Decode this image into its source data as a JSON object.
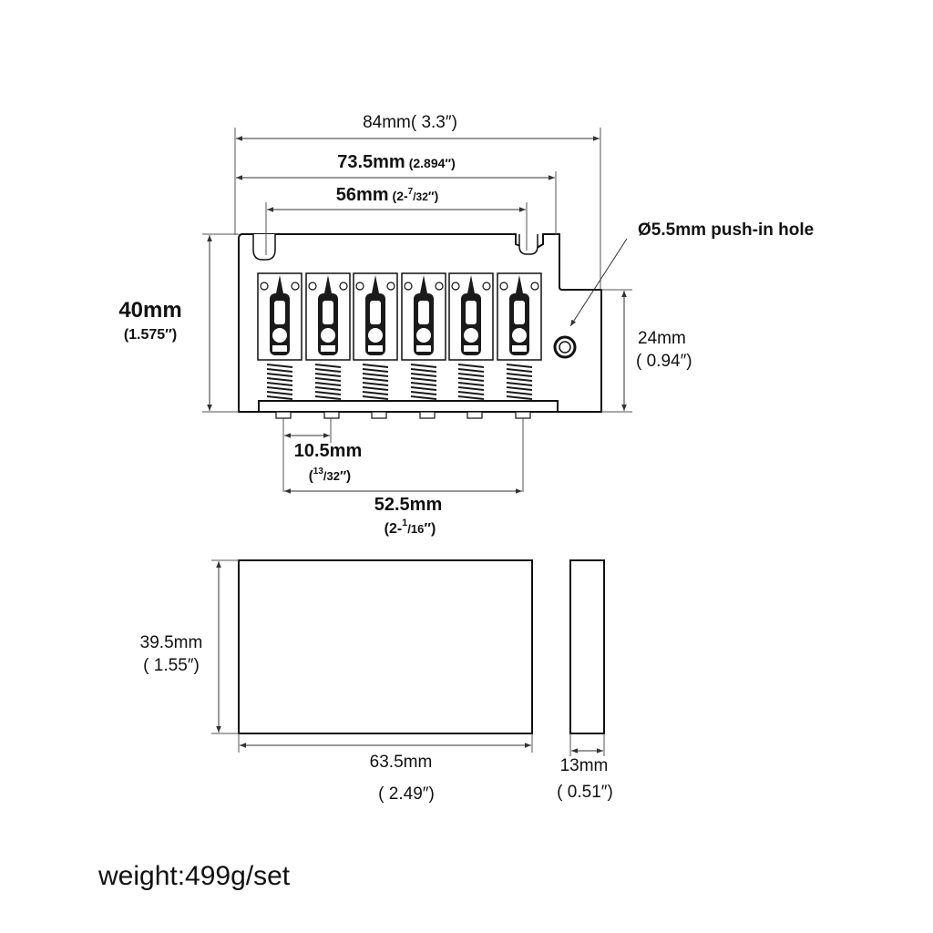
{
  "dimensions": {
    "overall_width": "84mm( 3.3″)",
    "base_width": {
      "mm": "73.5mm",
      "inch": "(2.894″)"
    },
    "screw_spacing": {
      "mm": "56mm",
      "inch_pre": "(2-",
      "inch_num": "7",
      "inch_den": "/32",
      "inch_post": "″)"
    },
    "height": {
      "mm": "40mm",
      "inch": "(1.575″)"
    },
    "push_in_hole": "Ø5.5mm push-in hole",
    "side_height": {
      "mm": "24mm",
      "inch": "( 0.94″)"
    },
    "string_spacing": {
      "mm": "10.5mm",
      "inch_pre": "(",
      "inch_num": "13",
      "inch_den": "/32",
      "inch_post": "″)"
    },
    "outer_string_span": {
      "mm": "52.5mm",
      "inch_pre": "(2-",
      "inch_num": "1",
      "inch_den": "/16",
      "inch_post": "″)"
    }
  },
  "block": {
    "height": {
      "mm": "39.5mm",
      "inch": "( 1.55″)"
    },
    "width": {
      "mm": "63.5mm",
      "inch": "( 2.49″)"
    },
    "depth": {
      "mm": "13mm",
      "inch": "( 0.51″)"
    }
  },
  "weight": "weight:499g/set"
}
